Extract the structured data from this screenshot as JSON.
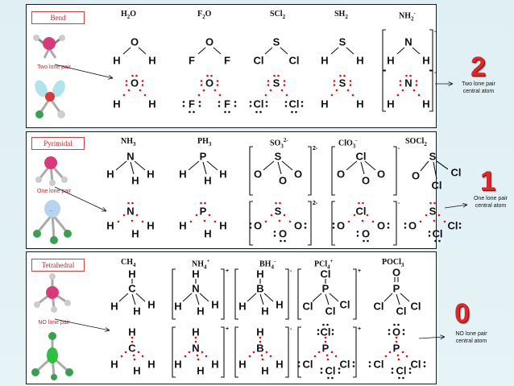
{
  "bend": {
    "label": "Bend",
    "note": "Two lone pair",
    "digit": "2",
    "side_note": "Two lone pair\ncentral atom",
    "molecules": [
      "H<sub>2</sub>O",
      "F<sub>2</sub>O",
      "SCl<sub>2</sub>",
      "SH<sub>2</sub>",
      "NH<sub>2</sub><sup>-</sup>"
    ],
    "charges": [
      "-",
      "-"
    ]
  },
  "pyramidal": {
    "label": "Pyrimidal",
    "note": "One lone pair",
    "digit": "1",
    "side_note": "One lone pair\ncentral atom",
    "molecules": [
      "NH<sub>3</sub>",
      "PH<sub>3</sub>",
      "SO<sub>3</sub><sup>2-</sup>",
      "ClO<sub>3</sub><sup>-</sup>",
      "SOCl<sub>2</sub>"
    ],
    "charges": [
      "2-",
      "-",
      "2-",
      "-"
    ]
  },
  "tetrahedral": {
    "label": "Tetrahedral",
    "note": "NO lone pair",
    "digit": "0",
    "side_note": "NO lone pair\ncentral atom",
    "molecules": [
      "CH<sub>4</sub>",
      "NH<sub>4</sub><sup>+</sup>",
      "BH<sub>4</sub><sup>-</sup>",
      "PCl<sub>4</sub><sup>+</sup>",
      "POCl<sub>3</sub>"
    ],
    "charges": [
      "+",
      "-",
      "+",
      "+",
      "-",
      "+"
    ]
  },
  "atoms": {
    "O": "O",
    "F": "F",
    "S": "S",
    "N": "N",
    "H": "H",
    "Cl": "Cl",
    "P": "P",
    "C": "C",
    "B": "B"
  },
  "colors": {
    "accent_red": "#d62b2b",
    "dot_red": "#dd1111",
    "panel_bg": "#ffffff",
    "page_bg": "#e2f1f5"
  }
}
